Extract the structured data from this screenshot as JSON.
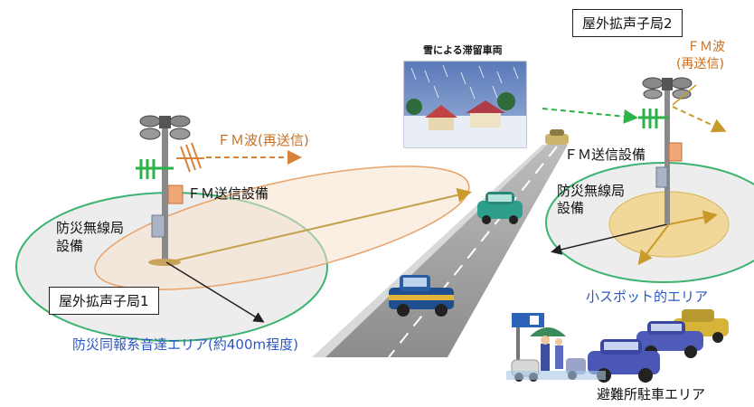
{
  "labels": {
    "station1_box": "屋外拡声子局1",
    "station2_box": "屋外拡声子局2",
    "fm_resend_1": "ＦＭ波(再送信)",
    "fm_equipment_1": "ＦＭ送信設備",
    "bousai_line1": "防災無線局",
    "bousai_line2": "設備",
    "coverage_area": "防災同報系音達エリア(約400m程度)",
    "snow_vehicle": "雪による滞留車両",
    "fm_wave_2_line1": "ＦＭ波",
    "fm_wave_2_line2": "(再送信)",
    "fm_equipment_2": "ＦＭ送信設備",
    "bousai2_line1": "防災無線局",
    "bousai2_line2": "設備",
    "small_spot": "小スポット的エリア",
    "shelter_parking": "避難所駐車エリア"
  },
  "colors": {
    "green_ellipse": "#3cb371",
    "orange_ellipse": "#e8a36a",
    "orange_text": "#c96f1e",
    "blue_text": "#2b57c4",
    "spot_fill": "#f2d79a",
    "green_arrow": "#2db24a",
    "gold_arrow": "#c89a2a"
  },
  "icons": [
    "speaker-pole-icon",
    "antenna-icon",
    "car-icon",
    "umbrella-person-icon",
    "snow-scene-icon",
    "parking-sign-icon"
  ]
}
